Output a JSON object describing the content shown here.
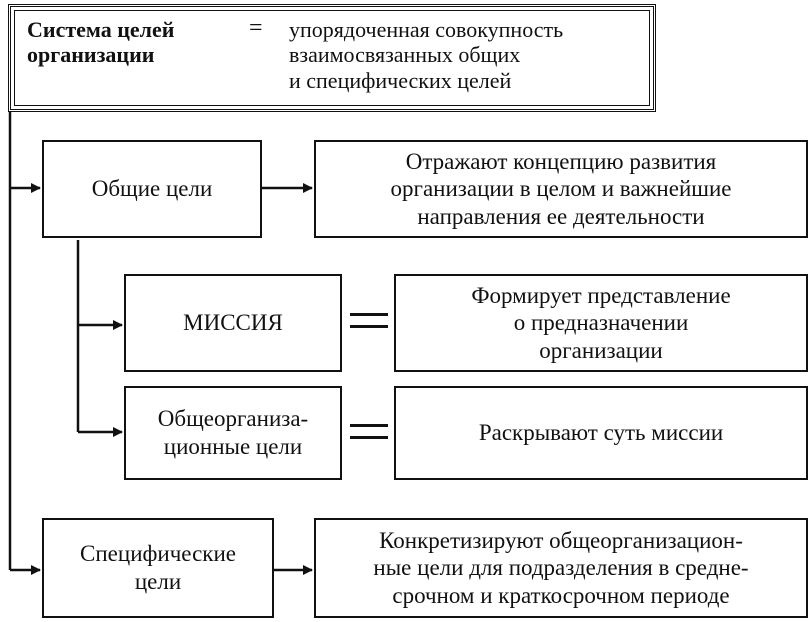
{
  "header": {
    "term": "Система целей\nорганизации",
    "equals": "=",
    "definition": "упорядоченная совокупность\nвзаимосвязанных общих\nи специфических целей"
  },
  "nodes": {
    "general_goals": "Общие цели",
    "general_desc": "Отражают концепцию развития\nорганизации в целом и важнейшие\nнаправления ее деятельности",
    "mission": "МИССИЯ",
    "mission_desc": "Формирует представление\nо предназначении\nорганизации",
    "org_goals": "Общеорганиза-\nционные цели",
    "org_goals_desc": "Раскрывают суть миссии",
    "specific_goals": "Специфические\nцели",
    "specific_desc": "Конкретизируют общеорганизацион-\nные цели для подразделения в средне-\nсрочном и краткосрочном периоде"
  }
}
